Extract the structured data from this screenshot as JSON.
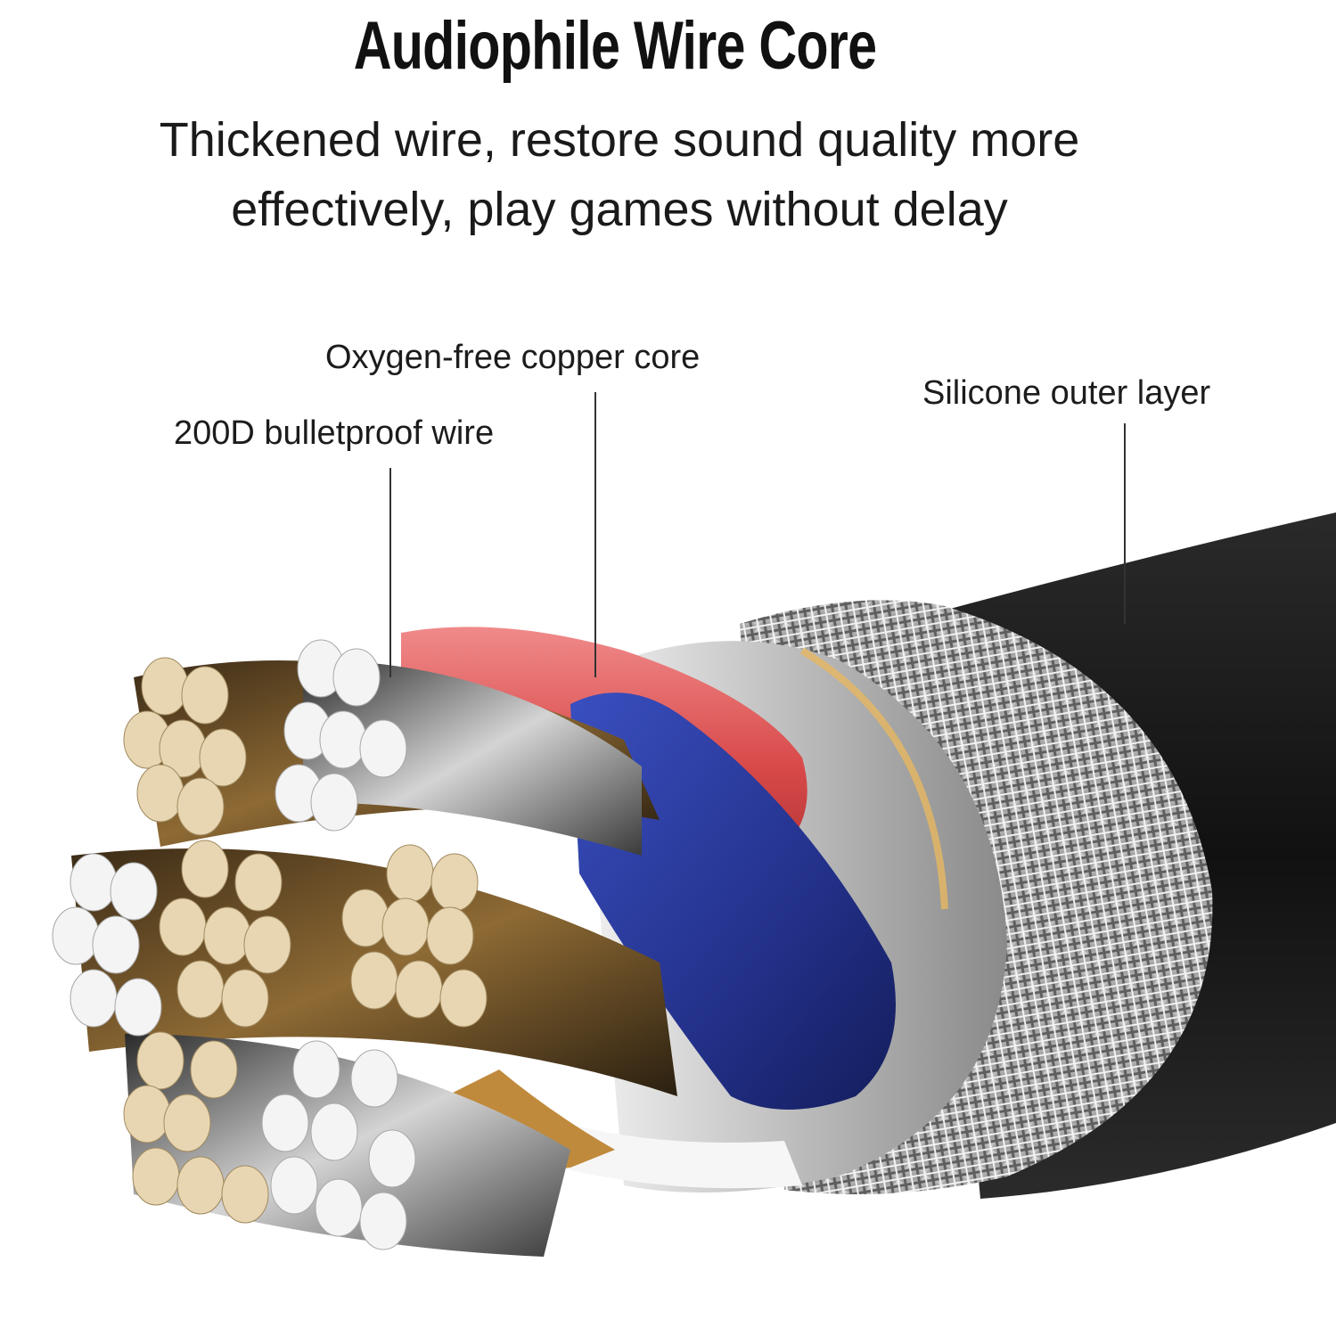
{
  "header": {
    "title": "Audiophile Wire Core",
    "subtitle_line1": "Thickened wire, restore sound quality more",
    "subtitle_line2": "effectively, play games without delay"
  },
  "callouts": {
    "copper_core": "Oxygen-free copper core",
    "bulletproof_wire": "200D bulletproof wire",
    "outer_layer": "Silicone outer layer"
  },
  "colors": {
    "jacket": "#1b1b1b",
    "red_insulation": "#e05a5a",
    "blue_insulation": "#2b3f9e",
    "gold_strands": "#e6d4b0",
    "silver_strands": "#ececec",
    "braid": "#b8b8b8"
  }
}
